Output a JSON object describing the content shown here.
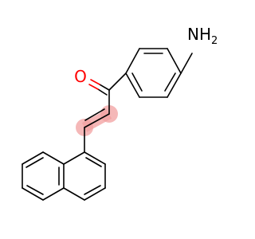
{
  "molecule": {
    "atoms": {
      "oxygen": {
        "symbol": "O"
      },
      "amine": {
        "symbol": "NH",
        "subscript": "2"
      }
    },
    "colors": {
      "bond": "#000000",
      "oxygen": "#ff0000",
      "highlight": "#f2a0a0"
    }
  }
}
